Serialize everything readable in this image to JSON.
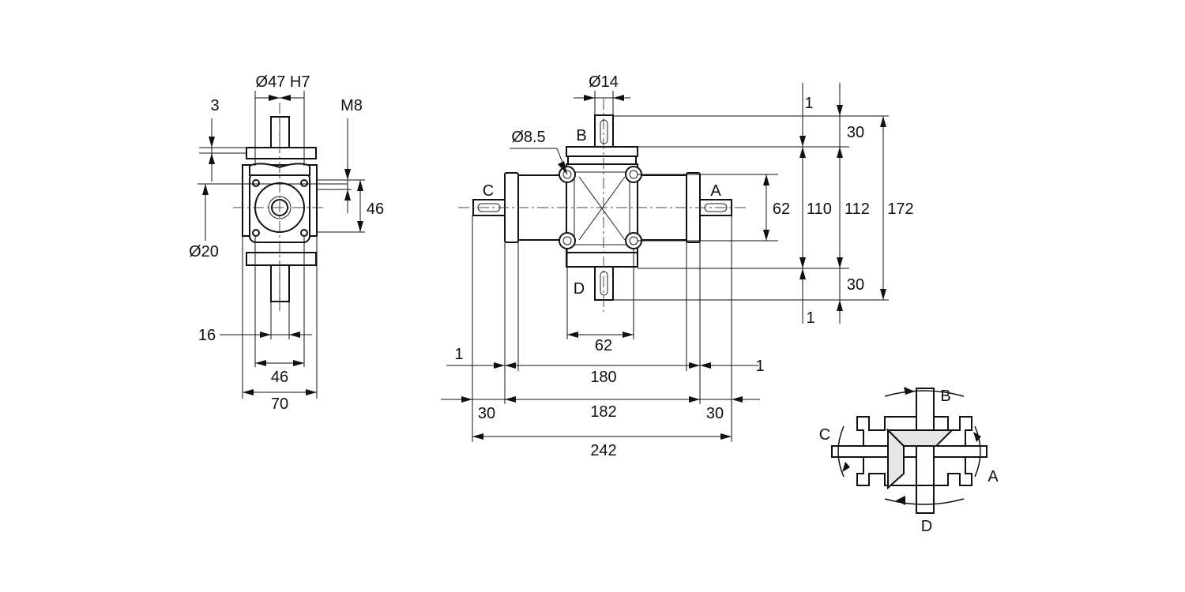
{
  "side_view": {
    "bore_label": "Ø47 H7",
    "offset_3": "3",
    "thread_label": "M8",
    "height_46": "46",
    "shaft_dia": "Ø20",
    "key_16": "16",
    "pitch_46": "46",
    "width_70": "70"
  },
  "front_view": {
    "shaft_dia": "Ø14",
    "hole_dia": "Ø8.5",
    "label_b": "B",
    "label_c": "C",
    "label_a": "A",
    "label_d": "D",
    "dim_62_v": "62",
    "dim_110": "110",
    "dim_112": "112",
    "dim_172": "172",
    "dim_1_top": "1",
    "dim_30_top": "30",
    "dim_30_bottom": "30",
    "dim_1_bottom": "1",
    "dim_62_h": "62",
    "dim_1_left": "1",
    "dim_180": "180",
    "dim_1_right": "1",
    "dim_30_left": "30",
    "dim_182": "182",
    "dim_30_right": "30",
    "dim_242": "242"
  },
  "rotation_schematic": {
    "label_b": "B",
    "label_c": "C",
    "label_a": "A",
    "label_d": "D"
  }
}
